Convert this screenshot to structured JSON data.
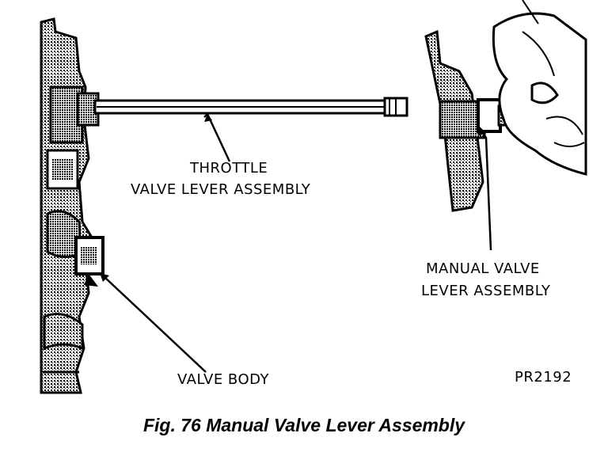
{
  "labels": {
    "throttle_line1": "THROTTLE",
    "throttle_line2": "VALVE LEVER ASSEMBLY",
    "manual_line1": "MANUAL VALVE",
    "manual_line2": "LEVER ASSEMBLY",
    "valve_body": "VALVE BODY",
    "figure_code": "PR2192"
  },
  "caption": "Fig. 76 Manual Valve Lever Assembly"
}
